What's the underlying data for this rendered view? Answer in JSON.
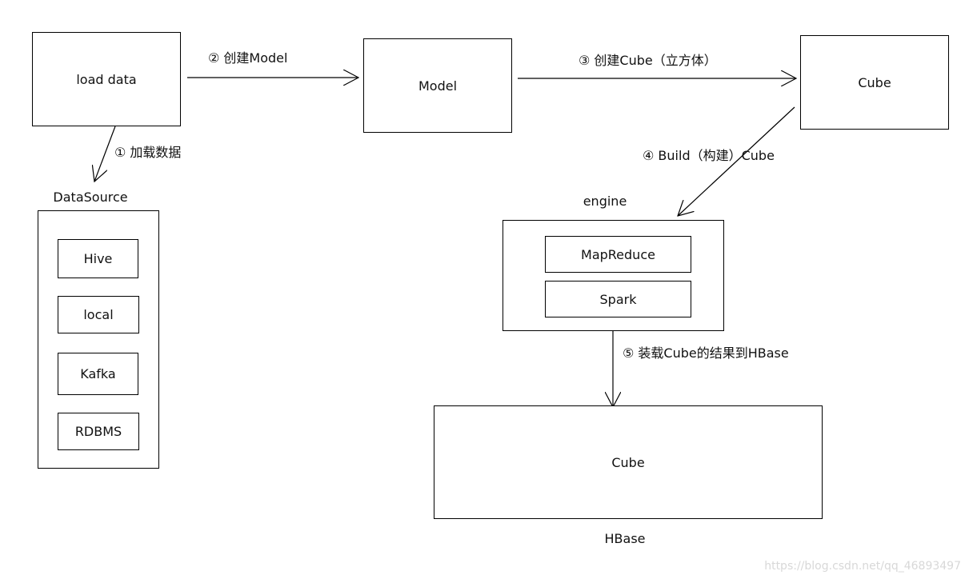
{
  "nodes": {
    "load_data": "load data",
    "model": "Model",
    "cube_top": "Cube",
    "datasource_title": "DataSource",
    "datasource_items": [
      "Hive",
      "local",
      "Kafka",
      "RDBMS"
    ],
    "engine_title": "engine",
    "engine_items": [
      "MapReduce",
      "Spark"
    ],
    "cube_bottom": "Cube",
    "hbase_label": "HBase"
  },
  "edges": {
    "step1": "① 加载数据",
    "step2": "② 创建Model",
    "step3": "③ 创建Cube（立方体）",
    "step4": "④ Build（构建）Cube",
    "step5": "⑤ 装载Cube的结果到HBase"
  },
  "watermark": "https://blog.csdn.net/qq_46893497"
}
